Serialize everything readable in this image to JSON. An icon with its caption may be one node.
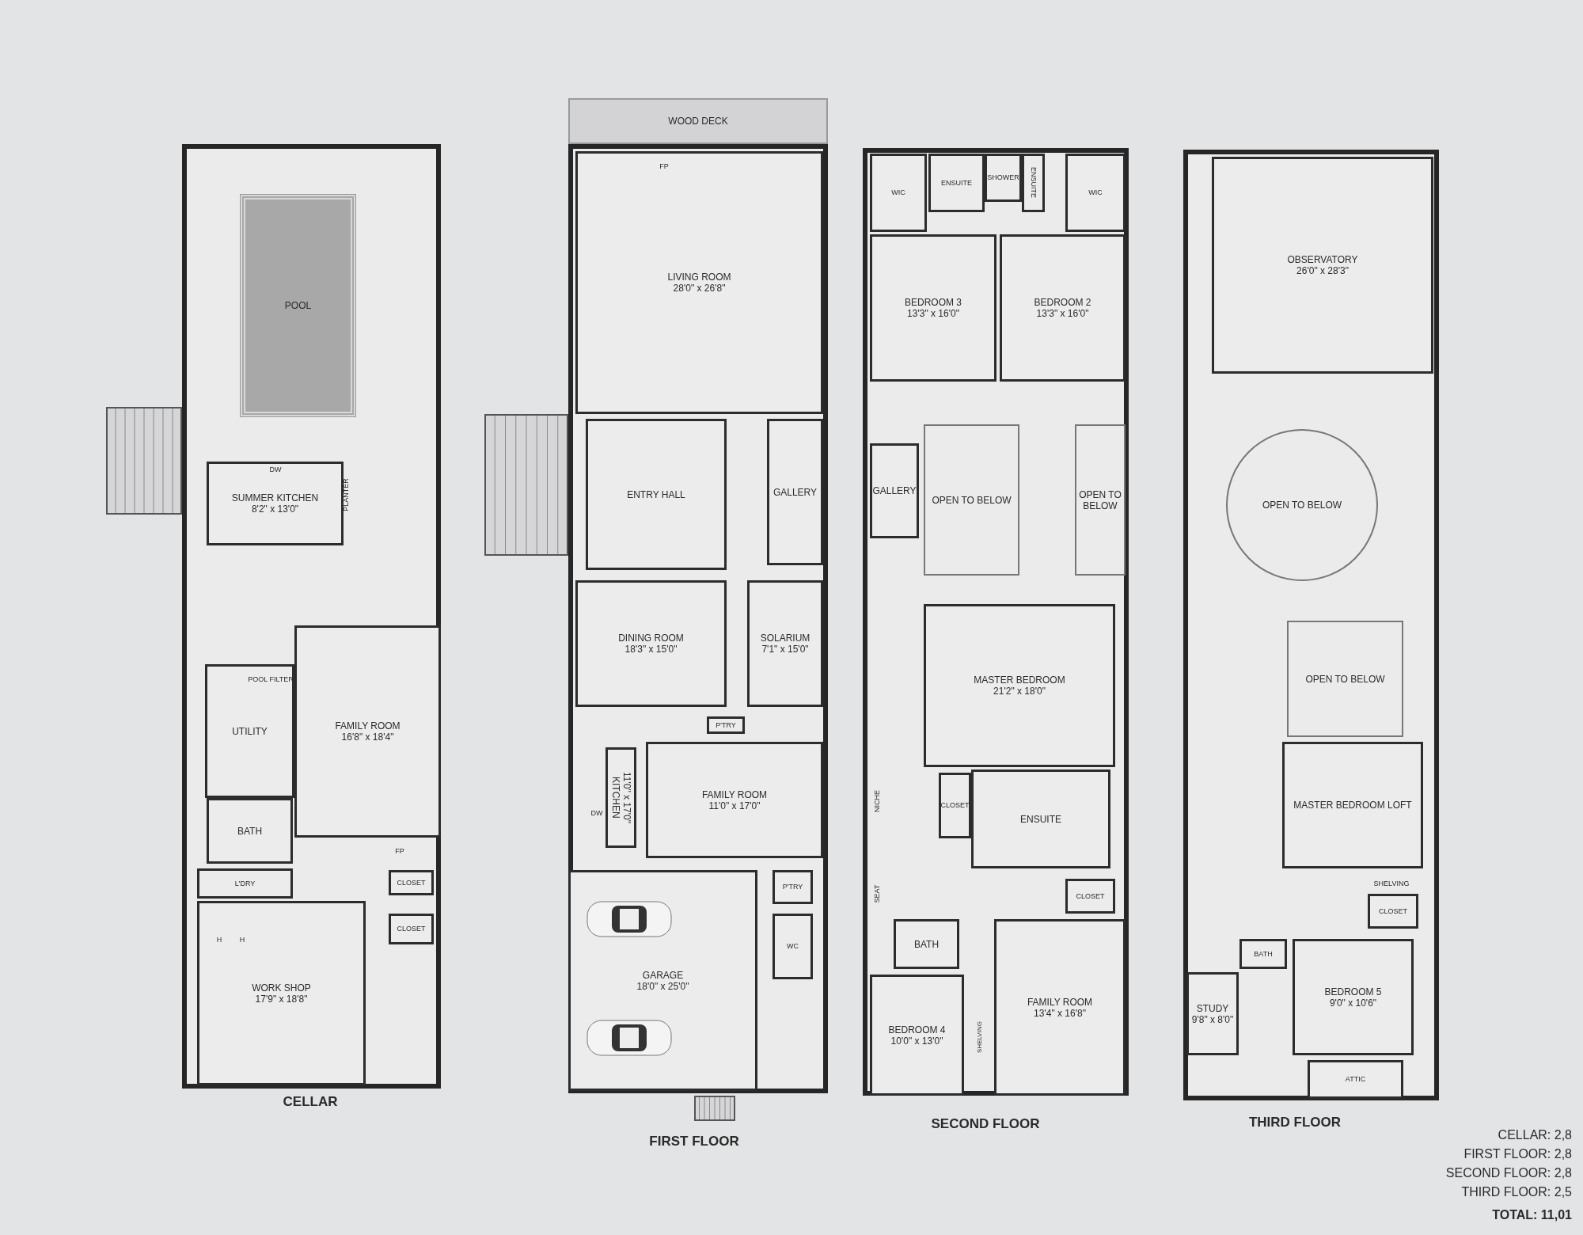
{
  "diagram": {
    "nodes": [
      {
        "text": [
          "CELLAR"
        ]
      },
      {
        "text": [
          "POOL"
        ],
        "in": 0
      },
      {
        "text": [
          "SUMMER KITCHEN",
          "8'2\" x 13'0\""
        ],
        "in": 0
      },
      {
        "text": [
          "UTILITY"
        ],
        "in": 0
      },
      {
        "text": [
          "FAMILY ROOM",
          "16'8\" x 18'4\""
        ],
        "in": 0
      },
      {
        "text": [
          "BATH"
        ],
        "in": 0
      },
      {
        "text": [
          "L'DRY"
        ],
        "in": 0
      },
      {
        "text": [
          "CLOSET"
        ],
        "in": 0
      },
      {
        "text": [
          "CLOSET"
        ],
        "in": 0
      },
      {
        "text": [
          "WORK SHOP",
          "17'9\" x 18'8\""
        ],
        "in": 0
      },
      {
        "text": [
          "FIRST FLOOR"
        ]
      },
      {
        "text": [
          "WOOD DECK"
        ]
      },
      {
        "text": [
          "LIVING ROOM",
          "28'0\" x 26'8\""
        ],
        "in": 10
      },
      {
        "text": [
          "ENTRY HALL"
        ],
        "in": 10
      },
      {
        "text": [
          "GALLERY"
        ],
        "in": 10
      },
      {
        "text": [
          "DINING ROOM",
          "18'3\" x 15'0\""
        ],
        "in": 10
      },
      {
        "text": [
          "SOLARIUM",
          "7'1\" x 15'0\""
        ],
        "in": 10
      },
      {
        "text": [
          "P'TRY"
        ],
        "in": 10
      },
      {
        "text": [
          "KITCHEN",
          "11'0\" x 17'0\""
        ],
        "in": 10
      },
      {
        "text": [
          "FAMILY ROOM",
          "11'0\" x 17'0\""
        ],
        "in": 10
      },
      {
        "text": [
          "GARAGE",
          "18'0\" x 25'0\""
        ],
        "in": 10
      },
      {
        "text": [
          "P'TRY"
        ],
        "in": 10
      },
      {
        "text": [
          "WC"
        ],
        "in": 10
      },
      {
        "text": [
          "SECOND FLOOR"
        ]
      },
      {
        "text": [
          "WIC"
        ],
        "in": 23
      },
      {
        "text": [
          "ENSUITE"
        ],
        "in": 23
      },
      {
        "text": [
          "SHOWER"
        ],
        "in": 23
      },
      {
        "text": [
          "ENSUITE"
        ],
        "in": 23
      },
      {
        "text": [
          "WIC"
        ],
        "in": 23
      },
      {
        "text": [
          "BEDROOM 3",
          "13'3\" x 16'0\""
        ],
        "in": 23
      },
      {
        "text": [
          "BEDROOM 2",
          "13'3\" x 16'0\""
        ],
        "in": 23
      },
      {
        "text": [
          "GALLERY"
        ],
        "in": 23
      },
      {
        "text": [
          "OPEN TO BELOW"
        ],
        "in": 23
      },
      {
        "text": [
          "OPEN TO BELOW"
        ],
        "in": 23
      },
      {
        "text": [
          "MASTER BEDROOM",
          "21'2\" x 18'0\""
        ],
        "in": 23
      },
      {
        "text": [
          "CLOSET"
        ],
        "in": 23
      },
      {
        "text": [
          "ENSUITE"
        ],
        "in": 23
      },
      {
        "text": [
          "CLOSET"
        ],
        "in": 23
      },
      {
        "text": [
          "BATH"
        ],
        "in": 23
      },
      {
        "text": [
          "BEDROOM 4",
          "10'0\" x 13'0\""
        ],
        "in": 23
      },
      {
        "text": [
          "FAMILY ROOM",
          "13'4\" x 16'8\""
        ],
        "in": 23
      },
      {
        "text": [
          "THIRD FLOOR"
        ]
      },
      {
        "text": [
          "OBSERVATORY",
          "26'0\" x 28'3\""
        ],
        "in": 41
      },
      {
        "text": [
          "OPEN TO BELOW"
        ],
        "in": 41
      },
      {
        "text": [
          "OPEN TO BELOW"
        ],
        "in": 41
      },
      {
        "text": [
          "MASTER BEDROOM LOFT"
        ],
        "in": 41
      },
      {
        "text": [
          "CLOSET"
        ],
        "in": 41
      },
      {
        "text": [
          "BATH"
        ],
        "in": 41
      },
      {
        "text": [
          "STUDY",
          "9'8\" x 8'0\""
        ],
        "in": 41
      },
      {
        "text": [
          "BEDROOM 5",
          "9'0\" x 10'6\""
        ],
        "in": 41
      },
      {
        "text": [
          "ATTIC"
        ],
        "in": 41
      }
    ],
    "labels": [
      "DW",
      "PLANTER",
      "POOL FILTER",
      "H",
      "H",
      "FP",
      "FP",
      "DW",
      "NICHE",
      "SEAT",
      "SHELVING",
      "SHELVING",
      "CELLAR: 2,8",
      "FIRST FLOOR: 2,8",
      "SECOND FLOOR: 2,8",
      "THIRD FLOOR: 2,5",
      "TOTAL: 11,01"
    ]
  }
}
